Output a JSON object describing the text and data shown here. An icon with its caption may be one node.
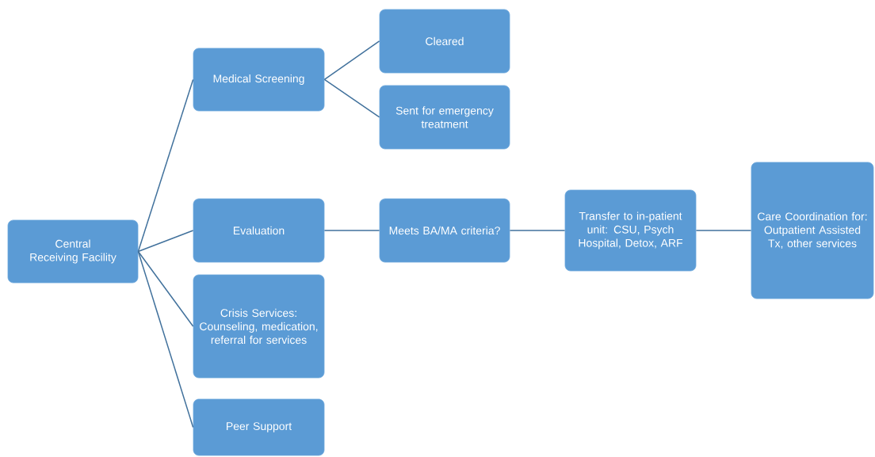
{
  "diagram": {
    "nodes": [
      {
        "text": [
          "Central Receiving Facility"
        ]
      },
      {
        "text": [
          "Medical Screening"
        ]
      },
      {
        "text": [
          "Cleared"
        ]
      },
      {
        "text": [
          "Sent for emergency treatment"
        ]
      },
      {
        "text": [
          "Evaluation"
        ]
      },
      {
        "text": [
          "Meets BA/MA criteria?"
        ]
      },
      {
        "text": [
          "Transfer to in-patient unit: CSU, Psych Hospital, Detox, ARF"
        ]
      },
      {
        "text": [
          "Care Coordination for: Outpatient Assisted Tx, other services"
        ]
      },
      {
        "text": [
          "Crisis Services: Counseling, medication, referral for services"
        ]
      },
      {
        "text": [
          "Peer Support"
        ]
      }
    ],
    "edges": [
      {
        "from": 0,
        "to": 1,
        "arrow": "none"
      },
      {
        "from": 0,
        "to": 4,
        "arrow": "none"
      },
      {
        "from": 0,
        "to": 8,
        "arrow": "none"
      },
      {
        "from": 0,
        "to": 9,
        "arrow": "none"
      },
      {
        "from": 1,
        "to": 2,
        "arrow": "none"
      },
      {
        "from": 1,
        "to": 3,
        "arrow": "none"
      },
      {
        "from": 4,
        "to": 5,
        "arrow": "none"
      },
      {
        "from": 5,
        "to": 6,
        "arrow": "none"
      },
      {
        "from": 6,
        "to": 7,
        "arrow": "none"
      }
    ]
  }
}
